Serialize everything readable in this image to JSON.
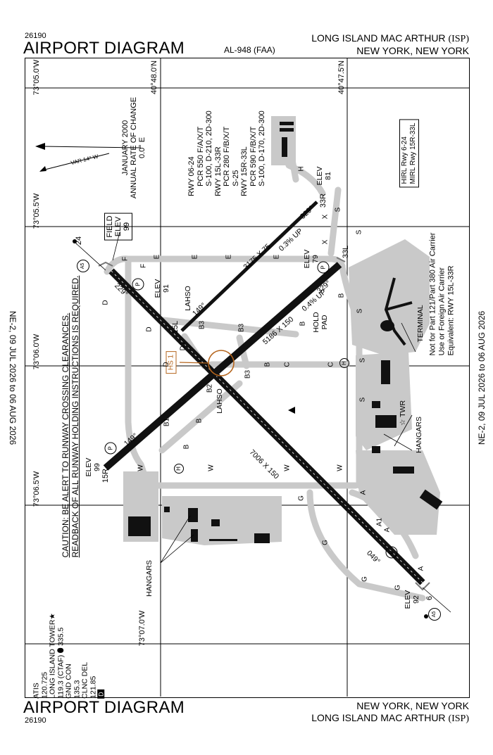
{
  "header": {
    "chart_number_top": "26190",
    "title_top": "AIRPORT DIAGRAM",
    "ident": "AL-948 (FAA)",
    "airport_top": "LONG ISLAND MAC ARTHUR",
    "airport_code_top": "(ISP)",
    "city_top": "NEW YORK, NEW YORK"
  },
  "footer": {
    "title_bottom": "AIRPORT DIAGRAM",
    "chart_number_bottom": "26190",
    "city_bottom": "NEW YORK, NEW YORK",
    "airport_bottom": "LONG ISLAND MAC ARTHUR",
    "airport_code_bottom": "(ISP)"
  },
  "side_margin": {
    "left": "NE-2, 09 JUL 2026 to 06 AUG 2026",
    "right": "NE-2, 09 JUL 2026 to 06 AUG 2026"
  },
  "coordinates": {
    "lon1": "73°05.0'W",
    "lon2": "73°05.5'W",
    "lon3": "73°06.0'W",
    "lon4": "73°06.5'W",
    "lon5": "73°07.0'W",
    "lat1": "40°48.0'N",
    "lat2": "40°47.5'N"
  },
  "variation": {
    "line1": "JANUARY 2000",
    "line2": "ANNUAL RATE OF CHANGE",
    "line3": "0.0° E",
    "var_label": "VAR 14° W"
  },
  "runway_info": {
    "lines": [
      "RWY 06-24",
      "PCR 550 F/A/X/T",
      "S-100, D-210, 2D-300",
      "RWY 15L-33R",
      "PCR 280 F/B/X/T",
      "S-25",
      "RWY 15R-33L",
      "PCR 590 F/B/X/T",
      "S-100, D-170, 2D-300"
    ]
  },
  "lighting": {
    "line1": "HIRL Rwy 6-24",
    "line2": "MIRL Rwy 15R-33L"
  },
  "notes": {
    "line1": "Not for Part 121/Part 380 Air Carrier",
    "line2": "Use or Foreign Air Carrier",
    "line3": "Equivalent: RWY 15L-33R"
  },
  "caution": {
    "line1": "CAUTION: BE ALERT TO RUNWAY CROSSING CLEARANCES.",
    "line2": "READBACK OF ALL RUNWAY HOLDING INSTRUCTIONS IS REQUIRED."
  },
  "frequencies": {
    "atis_label": "ATIS",
    "atis_freq": "120.725",
    "tower_label": "LONG ISLAND TOWER",
    "tower_freq": "119.3 (CTAF)",
    "tower_uhf": "335.5",
    "gnd_label": "GND CON",
    "gnd_freq": "135.3",
    "clnc_label": "CLNC DEL",
    "clnc_freq": "121.85",
    "d_badge": "D"
  },
  "map_labels": {
    "field_elev_1": "FIELD",
    "field_elev_2": "ELEV",
    "field_elev_3": "99",
    "rwy_15L": "15L",
    "rwy_15R": "15R",
    "rwy_24": "24",
    "rwy_33R": "33R",
    "rwy_33L": "33L",
    "rwy_06": "6",
    "dim_6_24": "7006 X 150",
    "dim_15R_33L": "5186 X 150",
    "dim_15L_33R": "3175 X 75",
    "hdg_149a": "149°",
    "hdg_149b": "149°",
    "hdg_329a": "329°",
    "hdg_329b": "329°",
    "hdg_229": "229°",
    "hdg_049": "049°",
    "grad1": "0.3% UP",
    "grad2": "0.4% UP",
    "elev_91_1": "ELEV",
    "elev_91_2": "91",
    "elev_79_1": "ELEV",
    "elev_79_2": "79",
    "elev_81_1": "ELEV",
    "elev_81_2": "81",
    "elev_99_1": "ELEV",
    "elev_99_2": "99",
    "elev_92_1": "ELEV",
    "elev_92_2": "92",
    "lahso1": "LAHSO",
    "lahso2": "LAHSO",
    "hs1": "HS 1",
    "hold_pad_1": "HOLD",
    "hold_pad_2": "PAD",
    "terminal": "TERMINAL",
    "twr": "TWR",
    "hangars_right": "HANGARS",
    "hangars_left": "HANGARS",
    "twy_A": "A",
    "twy_A1": "A1",
    "twy_B": "B",
    "twy_B1": "B1",
    "twy_B2": "B2",
    "twy_B3": "B3",
    "twy_C": "C",
    "twy_D": "D",
    "twy_D1": "D1",
    "twy_E": "E",
    "twy_F": "F",
    "twy_G": "G",
    "twy_H": "H",
    "twy_S": "S",
    "twy_W": "W",
    "twy_X": "X",
    "hpad": "H",
    "dot_p": "P",
    "a5": "A5"
  }
}
